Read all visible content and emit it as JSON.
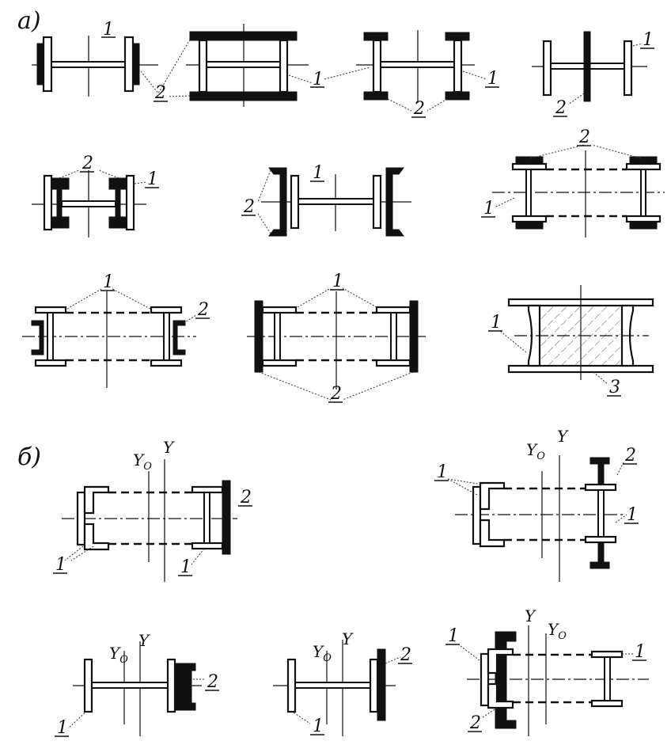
{
  "sections": {
    "a": "а)",
    "b": "б)"
  },
  "labels": {
    "one": "1",
    "two": "2",
    "three": "3"
  },
  "axes": {
    "y": "Y",
    "y0_letter": "Y",
    "y0_sub": "O"
  }
}
